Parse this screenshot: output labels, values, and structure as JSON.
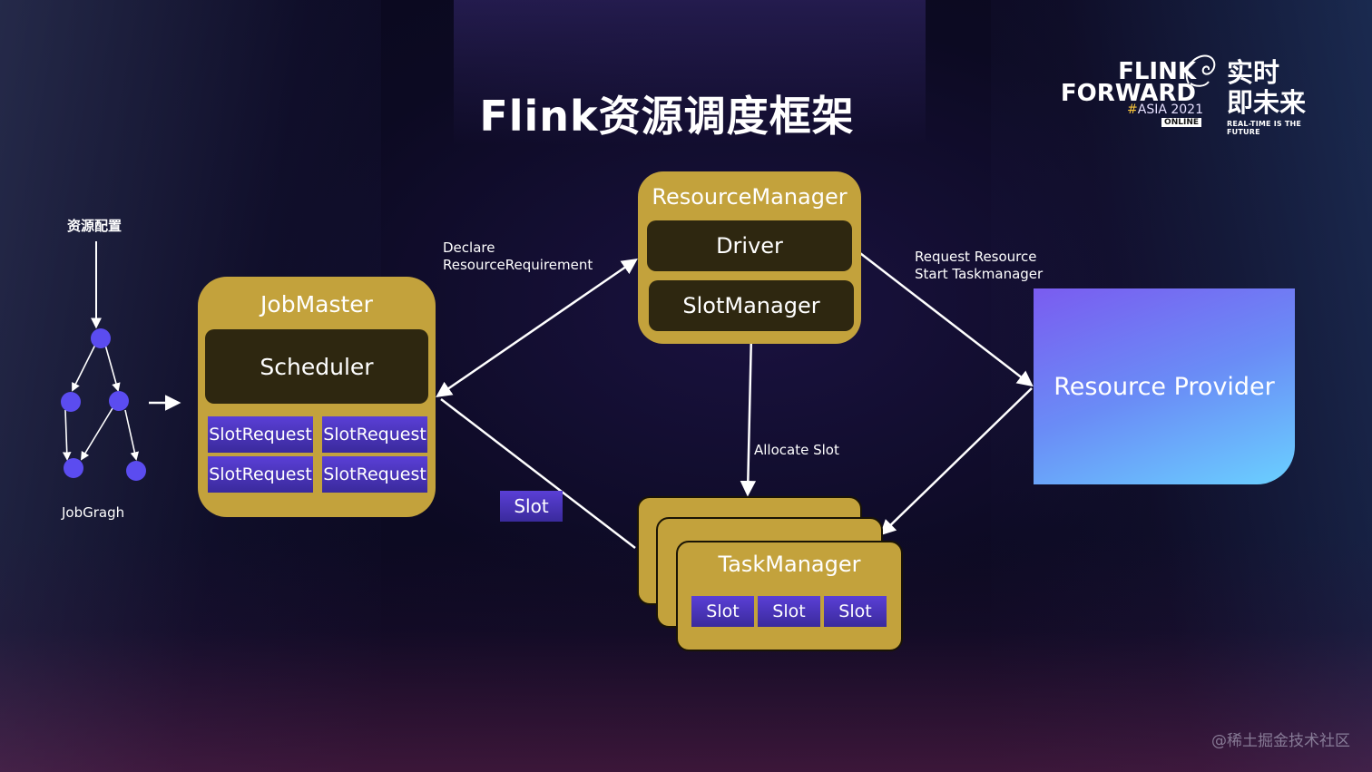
{
  "title": "Flink资源调度框架",
  "logo": {
    "line1": "FLINK",
    "line2": "FORWARD",
    "asia_hash": "#",
    "asia_text": "ASIA 2021",
    "online": "ONLINE",
    "cn_line1": "实时",
    "cn_line2": "即未来",
    "tagline": "REAL-TIME IS THE FUTURE"
  },
  "jobgraph": {
    "config_label": "资源配置",
    "label": "JobGragh"
  },
  "jobmaster": {
    "title": "JobMaster",
    "scheduler": "Scheduler",
    "slot_requests": [
      "SlotRequest",
      "SlotRequest",
      "SlotRequest",
      "SlotRequest"
    ]
  },
  "resource_manager": {
    "title": "ResourceManager",
    "driver": "Driver",
    "slot_manager": "SlotManager"
  },
  "task_manager": {
    "title": "TaskManager",
    "slots": [
      "Slot",
      "Slot",
      "Slot"
    ]
  },
  "resource_provider": "Resource Provider",
  "edges": {
    "declare": [
      "Declare",
      "ResourceRequirement"
    ],
    "request": [
      "Request Resource",
      "Start Taskmanager"
    ],
    "allocate": "Allocate Slot",
    "slot_offer": "Slot"
  },
  "watermark": "@稀土掘金技术社区",
  "colors": {
    "gold": "#c3a23c",
    "dark": "#2e2710",
    "slot_purple": "#4a33bb",
    "node_blue": "#5b4cf0"
  }
}
